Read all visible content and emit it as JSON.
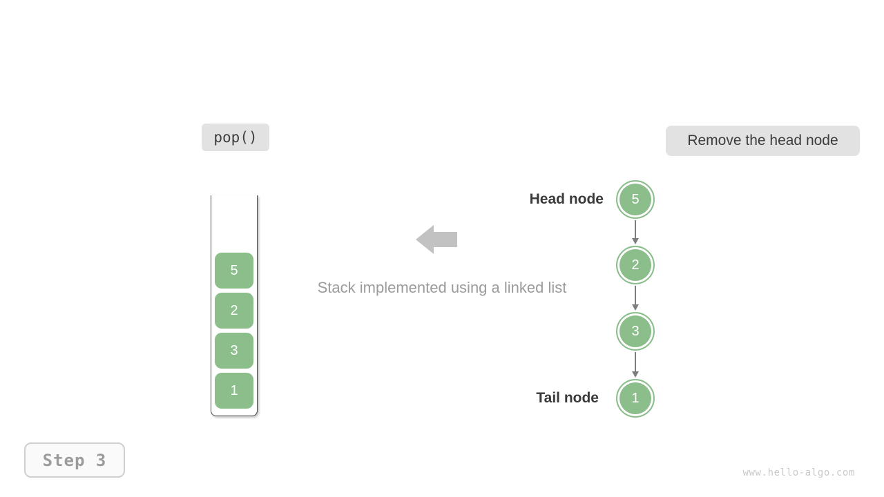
{
  "labels": {
    "operation": "pop()",
    "annotation": "Remove the head node",
    "caption": "Stack implemented using a linked list",
    "head": "Head node",
    "tail": "Tail node",
    "step": "Step 3",
    "watermark": "www.hello-algo.com"
  },
  "stack": {
    "items_top_to_bottom": [
      "5",
      "2",
      "3",
      "1"
    ]
  },
  "linked_list": {
    "nodes_head_to_tail": [
      "5",
      "2",
      "3",
      "1"
    ]
  },
  "icons": {
    "block_arrow": "left-block-arrow-icon",
    "connector": "down-arrow-connector"
  },
  "colors": {
    "node_green": "#8cbe8c",
    "pill_bg": "#e2e2e2",
    "pill_text": "#3c3c3c",
    "label_dark": "#3a3a3a",
    "muted_gray": "#9b9b9b",
    "block_arrow_gray": "#c2c2c2",
    "connector_gray": "#7d7d7d",
    "stack_border": "#4a4a4a",
    "step_text": "#9c9c9c",
    "watermark_gray": "#c9c9c9",
    "background": "#ffffff"
  }
}
